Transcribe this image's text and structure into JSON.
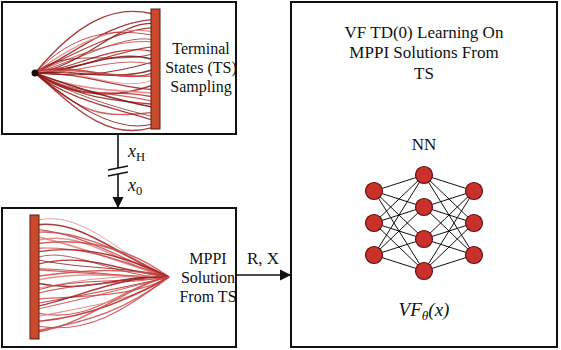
{
  "diagram": {
    "nodes": [
      {
        "text": [
          "Terminal States (TS) Sampling"
        ]
      },
      {
        "text": [
          "MPPI Solution From TS"
        ]
      },
      {
        "text": [
          "VF TD(0) Learning On MPPI Solutions From TS",
          "NN",
          "VFθ(x)"
        ]
      }
    ],
    "edges": [
      {
        "from": 0,
        "to": 1,
        "arrow": "to"
      },
      {
        "from": 1,
        "to": 2,
        "label": "R, X",
        "arrow": "to"
      }
    ],
    "labels": [
      "xH",
      "x0"
    ]
  }
}
